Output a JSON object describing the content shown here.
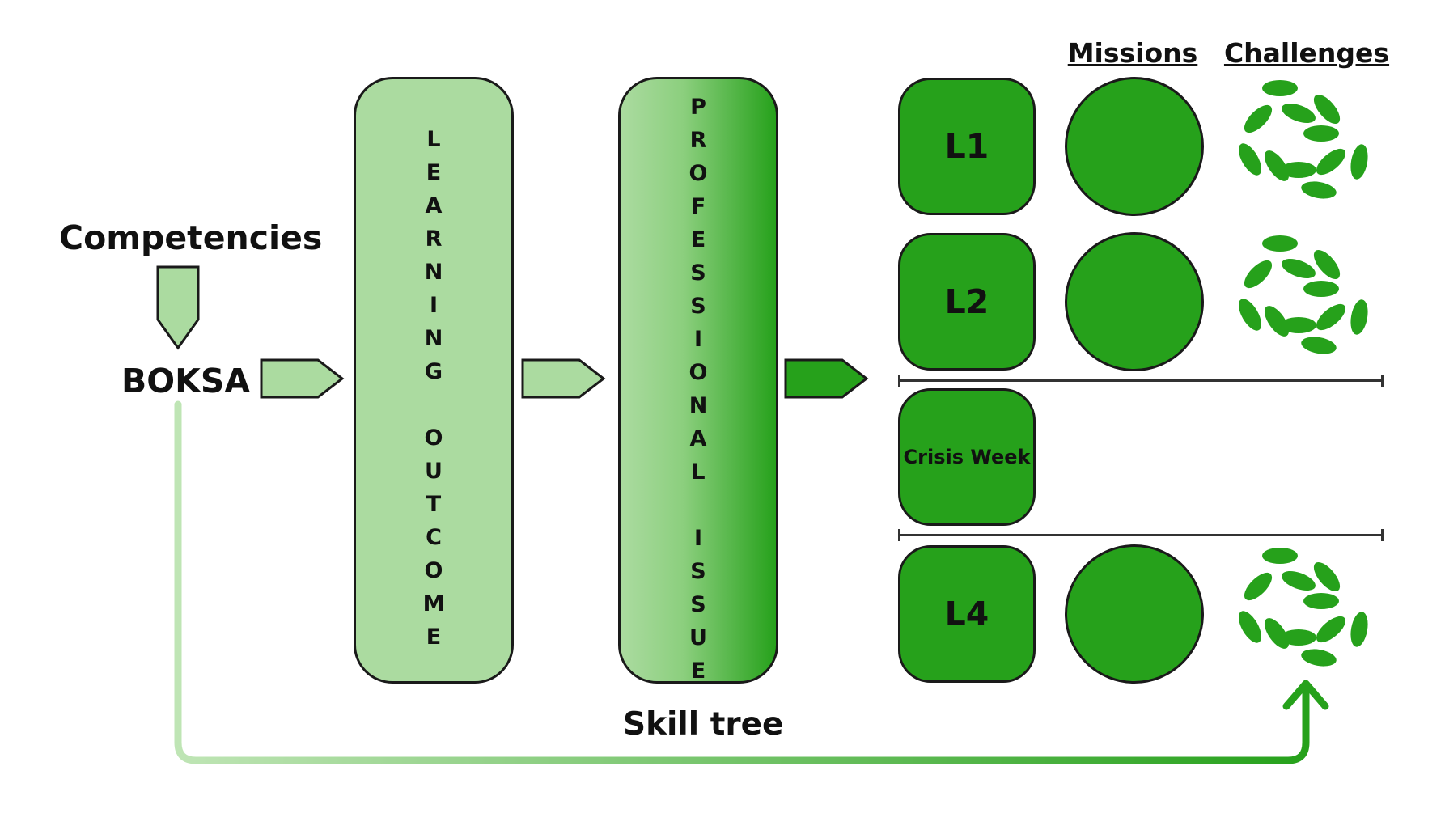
{
  "competencies_label": "Competencies",
  "boksa_label": "BOKSA",
  "learning_outcome_letters": [
    "L",
    "E",
    "A",
    "R",
    "N",
    "I",
    "N",
    "G",
    "",
    "O",
    "U",
    "T",
    "C",
    "O",
    "M",
    "E"
  ],
  "professional_issue_letters": [
    "P",
    "R",
    "O",
    "F",
    "E",
    "S",
    "S",
    "I",
    "O",
    "N",
    "A",
    "L",
    "",
    "I",
    "S",
    "S",
    "U",
    "E"
  ],
  "skill_tree_label": "Skill tree",
  "columns": {
    "missions": "Missions",
    "challenges": "Challenges"
  },
  "levels": [
    {
      "label": "L1",
      "has_mission": true,
      "has_challenges": true
    },
    {
      "label": "L2",
      "has_mission": true,
      "has_challenges": true
    },
    {
      "label": "Crisis Week",
      "has_mission": false,
      "has_challenges": false
    },
    {
      "label": "L4",
      "has_mission": true,
      "has_challenges": true
    }
  ],
  "colors": {
    "light_green": "#abdba0",
    "dark_green": "#26a11b",
    "outline": "#1a1a1a"
  }
}
